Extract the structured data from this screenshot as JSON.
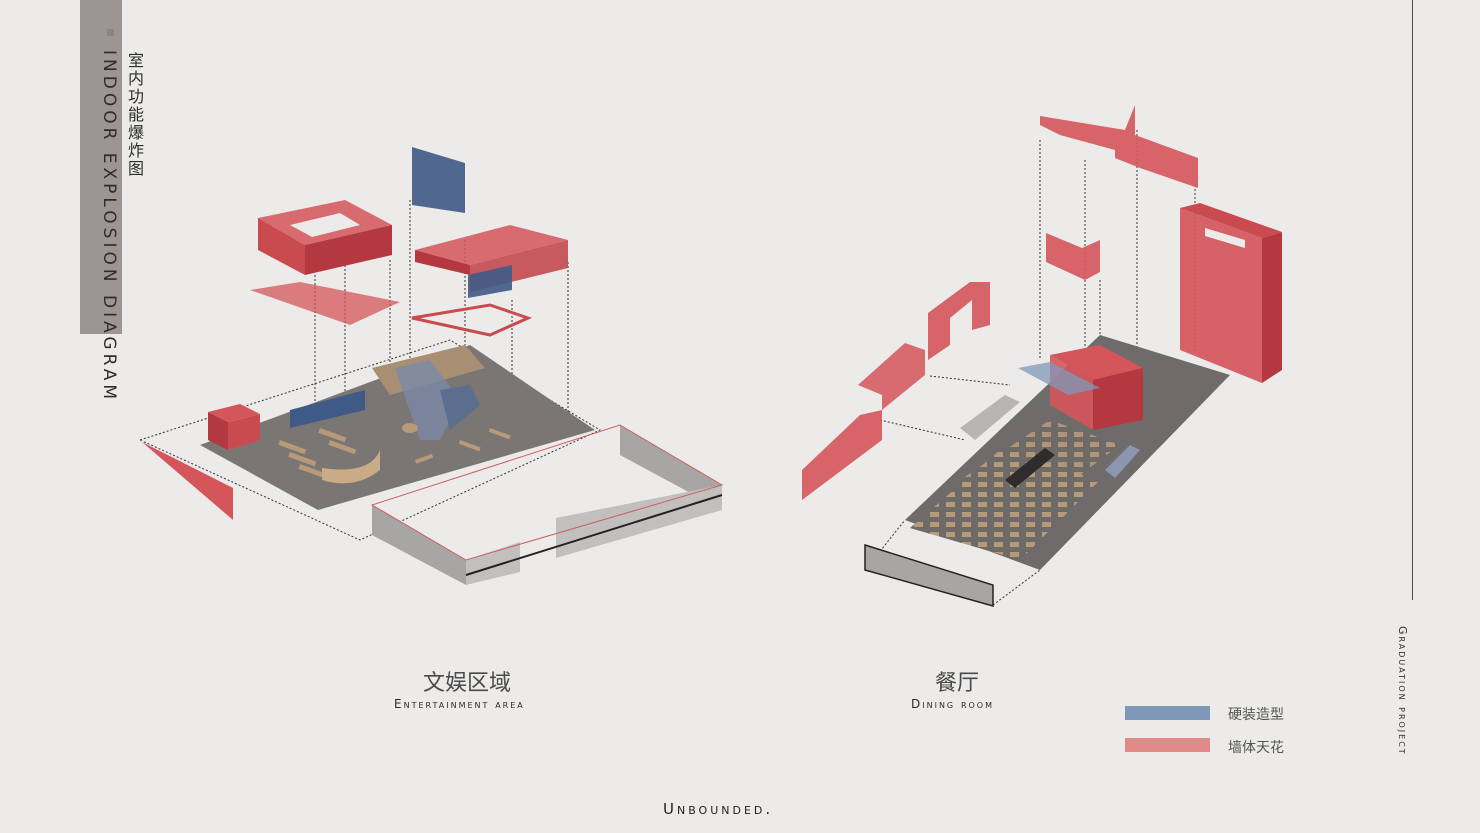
{
  "title": {
    "en": "INDOOR EXPLOSION DIAGRAM",
    "cn": "室内功能爆炸图"
  },
  "side_label": "Graduation project",
  "brand": "Unbounded.",
  "areas": [
    {
      "cn": "文娱区域",
      "en": "Entertainment area"
    },
    {
      "cn": "餐厅",
      "en": "Dining room"
    }
  ],
  "legend": [
    {
      "label": "硬装造型",
      "color": "#7f98b8"
    },
    {
      "label": "墙体天花",
      "color": "#e08a8a"
    }
  ],
  "colors": {
    "red": "#d4555a",
    "blue": "#3f5a86",
    "floor": "#7a7674",
    "wall": "#a8a6a4",
    "paper": "#ecebe9"
  }
}
